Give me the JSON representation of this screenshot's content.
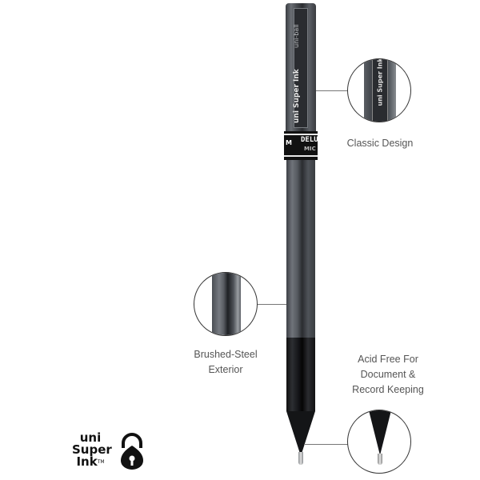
{
  "product": {
    "cap_text_primary": "uni Super Ink",
    "cap_text_secondary": "uni-ball",
    "band_text": "DELU",
    "band_subtext": "MIC",
    "band_left_text": "M"
  },
  "callouts": [
    {
      "label": "Classic Design"
    },
    {
      "label_line1": "Brushed-Steel",
      "label_line2": "Exterior"
    },
    {
      "label_line1": "Acid Free For",
      "label_line2": "Document &",
      "label_line3": "Record Keeping"
    }
  ],
  "logo": {
    "line1": "uni",
    "line2": "Super",
    "line3": "Ink",
    "trademark": "TM",
    "icon": "padlock-icon"
  },
  "colors": {
    "barrel": "#55595f",
    "grip": "#141517",
    "label_text": "#555555",
    "logo": "#111111"
  }
}
